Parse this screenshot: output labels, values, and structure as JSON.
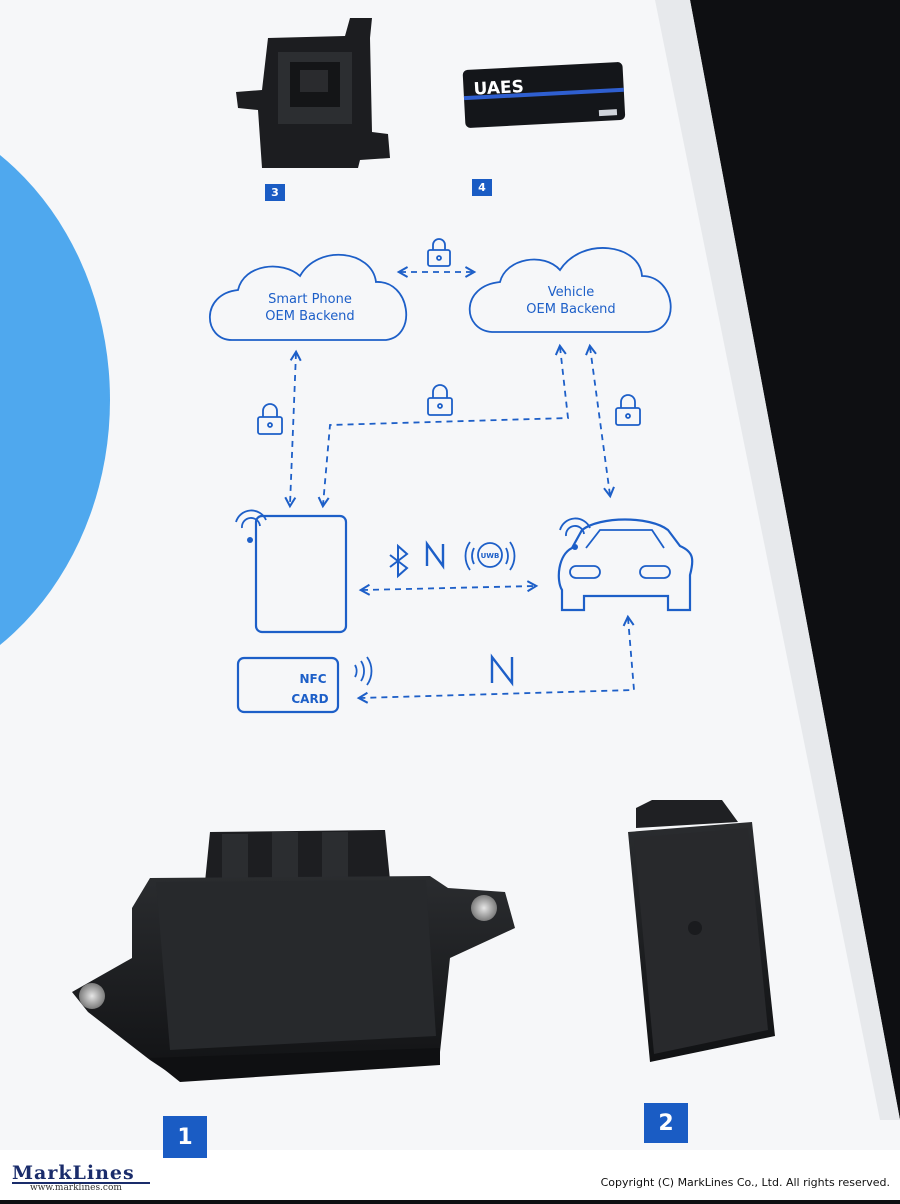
{
  "diagram": {
    "smartphone_cloud": {
      "line1": "Smart Phone",
      "line2": "OEM Backend"
    },
    "vehicle_cloud": {
      "line1": "Vehicle",
      "line2": "OEM Backend"
    },
    "nfc_card": {
      "line1": "NFC",
      "line2": "CARD"
    },
    "uwb_label": "UWB"
  },
  "uaes_card_text": "UAES",
  "product_labels": [
    "1",
    "2",
    "3",
    "4"
  ],
  "watermark": {
    "brand": "MarkLines",
    "url": "www.marklines.com",
    "copyright": "Copyright (C) MarkLines Co., Ltd. All rights reserved."
  },
  "colors": {
    "diagram_blue": "#1d5fc8",
    "label_blue": "#1a5cc4",
    "board": "#f6f7f9"
  }
}
